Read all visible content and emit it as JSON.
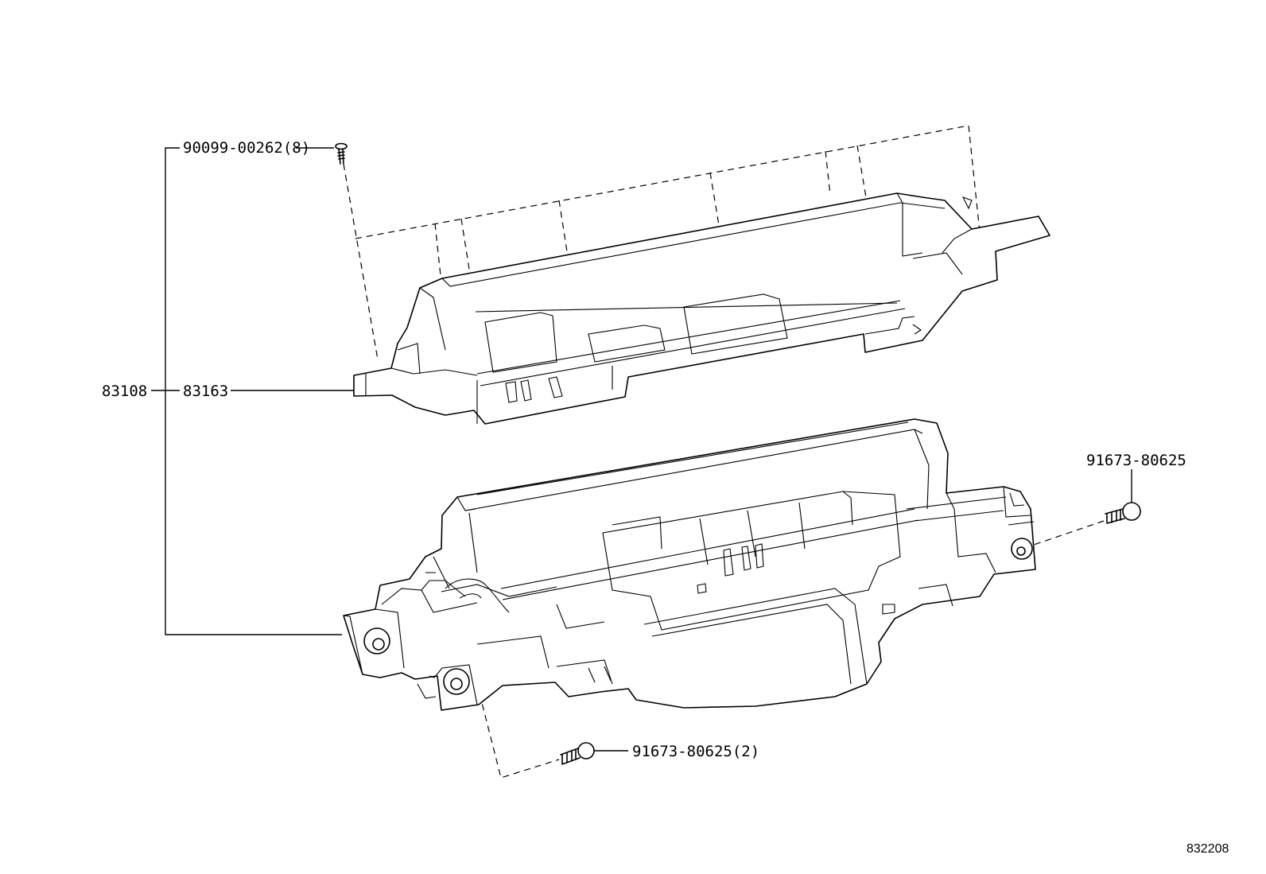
{
  "diagram_id": "832208",
  "parts": {
    "assembly": "83108",
    "meter_case": "83163",
    "cover_screw": "90099-00262(8)",
    "screw_right": "91673-80625",
    "screw_bottom": "91673-80625(2)"
  }
}
